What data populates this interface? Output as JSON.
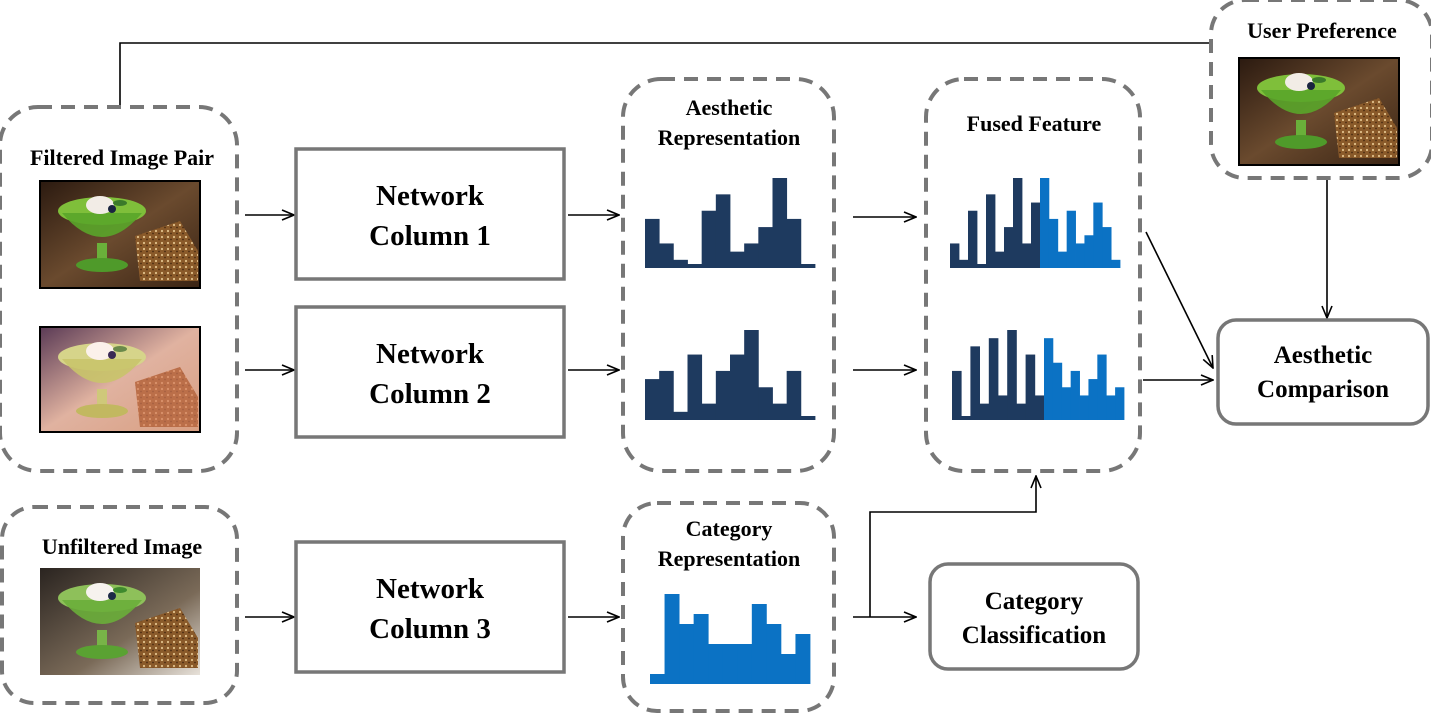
{
  "labels": {
    "filtered_pair": "Filtered Image Pair",
    "unfiltered": "Unfiltered Image",
    "user_pref": "User Preference",
    "network": "Network",
    "col1": "Column 1",
    "col2": "Column 2",
    "col3": "Column 3",
    "aesthetic_rep_1": "Aesthetic",
    "aesthetic_rep_2": "Representation",
    "fused": "Fused Feature",
    "category_rep_1": "Category",
    "category_rep_2": "Representation",
    "aesthetic_cmp_1": "Aesthetic",
    "aesthetic_cmp_2": "Comparison",
    "category_cls_1": "Category",
    "category_cls_2": "Classification"
  },
  "colors": {
    "dark_bars": "#1e3a5f",
    "blue_bars": "#0b72c4",
    "box_border": "#777777"
  },
  "histograms": {
    "aesthetic_1": [
      6,
      3,
      1,
      0,
      7,
      9,
      2,
      3,
      5,
      11,
      6,
      0
    ],
    "aesthetic_2": [
      5,
      6,
      1,
      8,
      2,
      6,
      8,
      11,
      4,
      2,
      6,
      0
    ],
    "fused_1_dark": [
      3,
      1,
      7,
      0,
      9,
      2,
      5,
      11,
      3,
      8
    ],
    "fused_1_blue": [
      11,
      6,
      2,
      7,
      3,
      4,
      8,
      5,
      1
    ],
    "fused_2_dark": [
      6,
      0,
      9,
      2,
      10,
      3,
      11,
      2,
      8,
      3
    ],
    "fused_2_blue": [
      10,
      7,
      4,
      6,
      3,
      5,
      8,
      3,
      4
    ],
    "category": [
      1,
      9,
      6,
      7,
      4,
      4,
      4,
      8,
      6,
      3,
      5
    ]
  }
}
